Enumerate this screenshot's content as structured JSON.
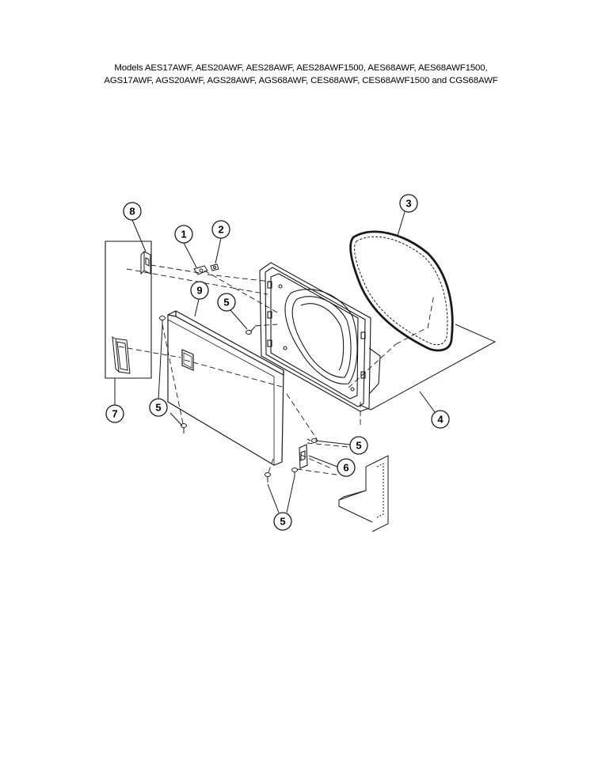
{
  "header": {
    "line1": "Models AES17AWF, AES20AWF, AES28AWF, AES28AWF1500, AES68AWF, AES68AWF1500,",
    "line2": "AGS17AWF, AGS20AWF, AGS28AWF, AGS68AWF, CES68AWF, CES68AWF1500 and CGS68AWF"
  },
  "callouts": {
    "c1": "1",
    "c2": "2",
    "c3": "3",
    "c4": "4",
    "c5a": "5",
    "c5b": "5",
    "c5c": "5",
    "c5d": "5",
    "c6": "6",
    "c7": "7",
    "c8": "8",
    "c9": "9"
  },
  "colors": {
    "ink": "#000000",
    "paper": "#ffffff",
    "line_art": "#1a1a1a"
  }
}
